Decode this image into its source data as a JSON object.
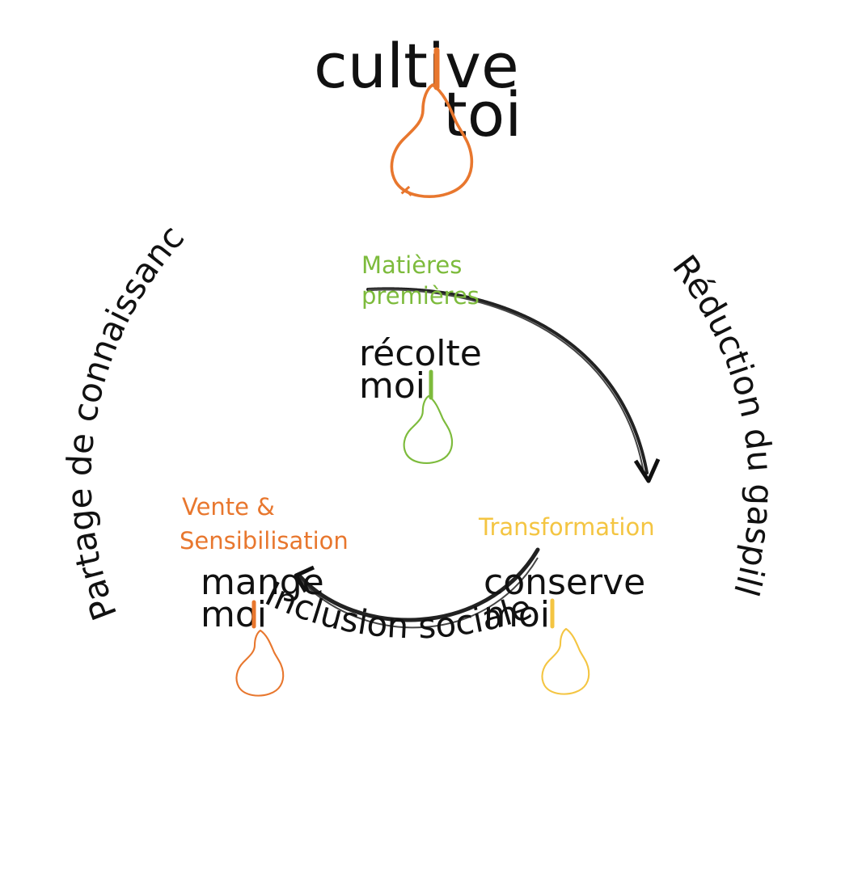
{
  "colors": {
    "orange": "#e8772e",
    "green": "#7dbb3c",
    "yellow": "#f4c542",
    "text": "#111111"
  },
  "logo": {
    "line1": "cultive",
    "line2": "toi",
    "icon": "pear-icon"
  },
  "nodes": [
    {
      "category": [
        "Matières",
        "premières"
      ],
      "verb": "récolte",
      "suffix": "moi",
      "color": "#7dbb3c",
      "icon": "pear-icon"
    },
    {
      "category": [
        "Transformation"
      ],
      "verb": "conserve",
      "suffix": "moi",
      "color": "#f4c542",
      "icon": "pear-icon"
    },
    {
      "category": [
        "Vente &",
        "Sensibilisation"
      ],
      "verb": "mange",
      "suffix": "moi",
      "color": "#e8772e",
      "icon": "pear-icon"
    }
  ],
  "outer_labels": {
    "left": "Partage de connaissances",
    "right": "Réduction du gaspillage",
    "bottom": "Inclusion sociale"
  }
}
